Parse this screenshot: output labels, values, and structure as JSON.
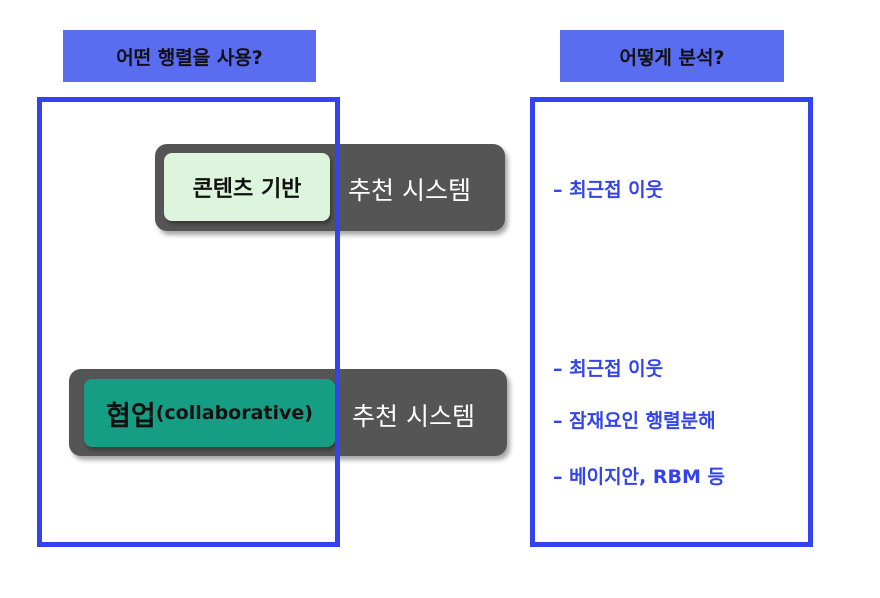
{
  "headers": {
    "left": "어떤 행렬을 사용?",
    "right": "어떻게 분석?"
  },
  "systems": [
    {
      "tag_main": "콘텐츠 기반",
      "tag_sub": "",
      "suffix": "추천 시스템",
      "tag_color": "#def5dd"
    },
    {
      "tag_main": "협업",
      "tag_sub": "(collaborative)",
      "suffix": "추천 시스템",
      "tag_color": "#159e83"
    }
  ],
  "methods": [
    "– 최근접 이웃",
    "– 최근접 이웃",
    "– 잠재요인 행렬분해",
    "– 베이지안, RBM 등"
  ],
  "colors": {
    "header_bg": "#5a6cf0",
    "frame_border": "#3344ee",
    "pill_bg": "#555555",
    "method_text": "#3344ee"
  }
}
